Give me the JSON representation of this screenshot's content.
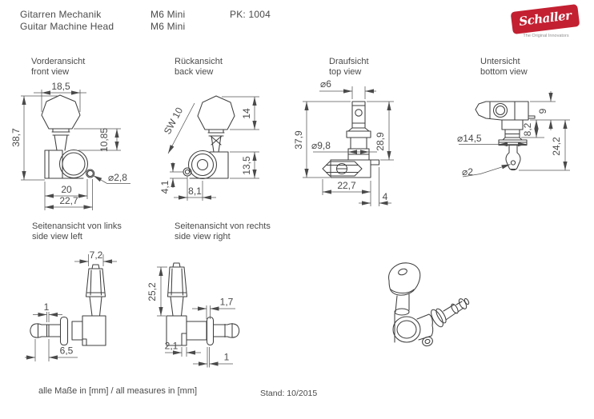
{
  "header": {
    "title_de": "Gitarren Mechanik",
    "title_en": "Guitar Machine Head",
    "model_de": "M6 Mini",
    "model_en": "M6 Mini",
    "pk_label": "PK: 1004"
  },
  "logo": {
    "brand": "Schaller",
    "tagline": "The Original Innovators",
    "color": "#c32031"
  },
  "views": {
    "front": {
      "label_de": "Vorderansicht",
      "label_en": "front view",
      "dims": {
        "button_width": "18,5",
        "overall_height": "38,7",
        "button_to_plate": "10,85",
        "screw_hole_dia": "⌀2,8",
        "hole_spacing": "20",
        "overall_width": "22,7"
      }
    },
    "back": {
      "label_de": "Rückansicht",
      "label_en": "back view",
      "dims": {
        "wrench_size": "SW 10",
        "button_height": "14",
        "housing_height": "13,5",
        "ear_offset": "4,1",
        "ear_to_center": "8,1"
      }
    },
    "top": {
      "label_de": "Draufsicht",
      "label_en": "top view",
      "dims": {
        "post_dia": "⌀6",
        "overall_height": "37,9",
        "post_to_button": "28,9",
        "shaft_dia": "⌀9,8",
        "overall_width": "22,7",
        "tab_width": "4"
      }
    },
    "bottom": {
      "label_de": "Untersicht",
      "label_en": "bottom view",
      "dims": {
        "housing_depth": "9",
        "neck_depth": "8,2",
        "overall_depth": "24,2",
        "flange_dia": "⌀14,5",
        "string_hole_dia": "⌀2"
      }
    },
    "side_left": {
      "label_de": "Seitenansicht von links",
      "label_en": "side view left",
      "dims": {
        "button_depth": "7,2",
        "groove_width": "1",
        "post_length": "6,5"
      }
    },
    "side_right": {
      "label_de": "Seitenansicht von rechts",
      "label_en": "side view right",
      "dims": {
        "button_length": "25,2",
        "gap": "1,7",
        "plate_thickness": "2,1",
        "flange_thickness": "1"
      }
    }
  },
  "footer": {
    "units_note": "alle Maße in [mm] / all measures in [mm]",
    "revision": "Stand: 10/2015"
  }
}
